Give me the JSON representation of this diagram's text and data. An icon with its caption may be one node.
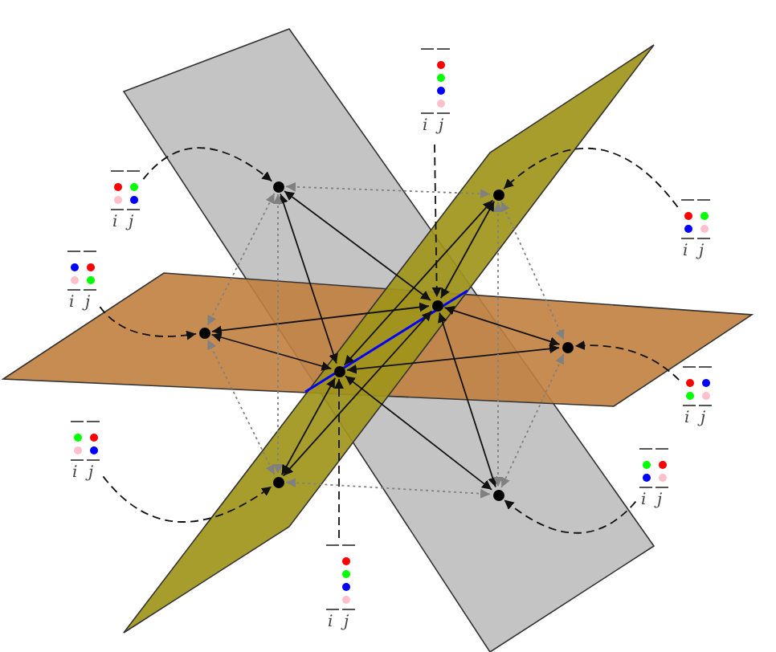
{
  "diagram": {
    "nodes": [
      {
        "text": [
          "i",
          "j"
        ]
      },
      {
        "text": [
          "i",
          "j"
        ]
      },
      {
        "text": [],
        "shape": "circle"
      },
      {
        "text": [],
        "shape": "circle"
      },
      {
        "text": [
          "i",
          "j"
        ]
      },
      {
        "text": [
          "i",
          "j"
        ]
      },
      {
        "text": [],
        "shape": "circle"
      },
      {
        "text": [],
        "shape": "circle"
      },
      {
        "text": [],
        "shape": "circle"
      },
      {
        "text": [],
        "shape": "circle"
      },
      {
        "text": [
          "i",
          "j"
        ]
      },
      {
        "text": [
          "i",
          "j"
        ]
      },
      {
        "text": [],
        "shape": "circle"
      },
      {
        "text": [
          "i",
          "j"
        ]
      },
      {
        "text": [],
        "shape": "circle"
      },
      {
        "text": [
          "i",
          "j"
        ]
      }
    ],
    "edges": [
      {
        "from": 0,
        "to": 6,
        "arrow": "to",
        "style": "dashed"
      },
      {
        "from": 1,
        "to": 2,
        "arrow": "to",
        "style": "dashed"
      },
      {
        "from": 4,
        "to": 3,
        "arrow": "to",
        "style": "dashed"
      },
      {
        "from": 5,
        "to": 7,
        "arrow": "to",
        "style": "dashed"
      },
      {
        "from": 10,
        "to": 8,
        "arrow": "to",
        "style": "dashed"
      },
      {
        "from": 11,
        "to": 12,
        "arrow": "to",
        "style": "dashed"
      },
      {
        "from": 13,
        "to": 14,
        "arrow": "to",
        "style": "dashed"
      },
      {
        "from": 15,
        "to": 9,
        "arrow": "to",
        "style": "dashed"
      },
      {
        "from": 2,
        "to": 6,
        "arrow": "both"
      },
      {
        "from": 2,
        "to": 9,
        "arrow": "both"
      },
      {
        "from": 3,
        "to": 6,
        "arrow": "both"
      },
      {
        "from": 3,
        "to": 9,
        "arrow": "both"
      },
      {
        "from": 7,
        "to": 6,
        "arrow": "both"
      },
      {
        "from": 7,
        "to": 9,
        "arrow": "both"
      },
      {
        "from": 8,
        "to": 6,
        "arrow": "both"
      },
      {
        "from": 8,
        "to": 9,
        "arrow": "both"
      },
      {
        "from": 12,
        "to": 6,
        "arrow": "both"
      },
      {
        "from": 12,
        "to": 9,
        "arrow": "both"
      },
      {
        "from": 14,
        "to": 6,
        "arrow": "both"
      },
      {
        "from": 14,
        "to": 9,
        "arrow": "both"
      },
      {
        "from": 2,
        "to": 3,
        "arrow": "both",
        "style": "dashed",
        "color": "#808080"
      },
      {
        "from": 3,
        "to": 8,
        "arrow": "both",
        "style": "dashed",
        "color": "#808080"
      },
      {
        "from": 8,
        "to": 14,
        "arrow": "both",
        "style": "dashed",
        "color": "#808080"
      },
      {
        "from": 14,
        "to": 12,
        "arrow": "both",
        "style": "dashed",
        "color": "#808080"
      },
      {
        "from": 12,
        "to": 7,
        "arrow": "both",
        "style": "dashed",
        "color": "#808080"
      },
      {
        "from": 7,
        "to": 2,
        "arrow": "both",
        "style": "dashed",
        "color": "#808080"
      },
      {
        "from": 2,
        "to": 12,
        "arrow": "both",
        "style": "dashed",
        "color": "#808080"
      },
      {
        "from": 3,
        "to": 14,
        "arrow": "both",
        "style": "dashed",
        "color": "#808080"
      }
    ]
  }
}
